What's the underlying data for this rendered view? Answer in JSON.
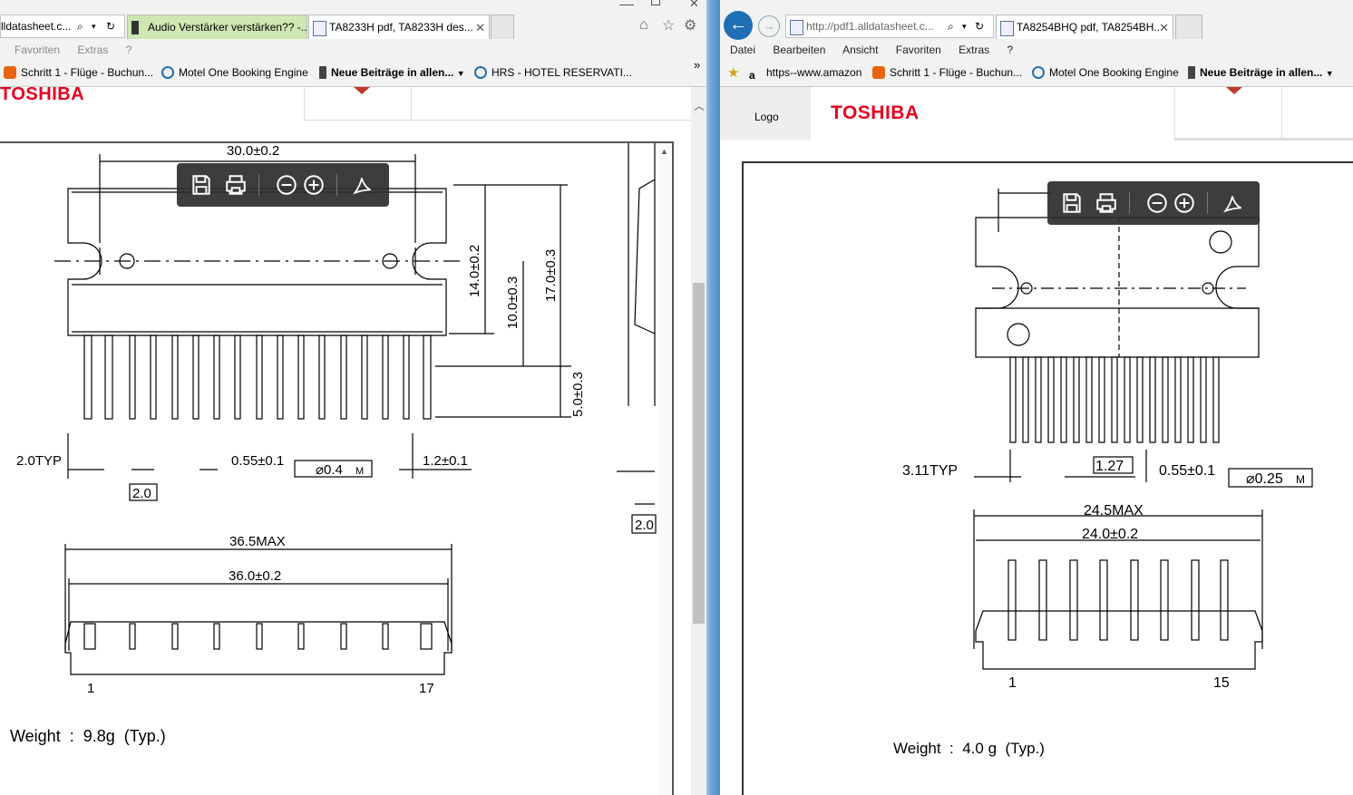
{
  "left": {
    "url_fragment": "lldatasheet.c...",
    "tabs": [
      {
        "label": "Audio Verstärker verstärken?? -..."
      },
      {
        "label": "TA8233H pdf, TA8233H des..."
      }
    ],
    "menu": [
      "Favoriten",
      "Extras",
      "?"
    ],
    "favorites": [
      {
        "label": "Schritt 1 - Flüge - Buchun...",
        "icon": "orange-e-icon"
      },
      {
        "label": "Motel One Booking Engine",
        "icon": "ie-page-icon"
      },
      {
        "label": "Neue Beiträge in allen...",
        "icon": "doc-icon"
      },
      {
        "label": "HRS - HOTEL RESERVATI...",
        "icon": "ie-page-icon"
      }
    ],
    "overflow_chevron": "»",
    "brand": "TOSHIBA",
    "drawing": {
      "dims": [
        "30.0±0.2",
        "14.0±0.2",
        "10.0±0.3",
        "17.0±0.3",
        "5.0±0.3",
        "2.0TYP",
        "2.0",
        "0.55±0.1",
        "⌀0.4",
        "M",
        "1.2±0.1",
        "36.5MAX",
        "36.0±0.2",
        "2.0"
      ],
      "pin_first": "1",
      "pin_last": "17"
    },
    "weight": "Weight  :  9.8g  (Typ.)"
  },
  "right": {
    "url": "http://pdf1.alldatasheet.c...",
    "tab": {
      "label": "TA8254BHQ pdf, TA8254BH..."
    },
    "menu": [
      "Datei",
      "Bearbeiten",
      "Ansicht",
      "Favoriten",
      "Extras",
      "?"
    ],
    "favorites": [
      {
        "label": "https--www.amazon",
        "icon": "amazon-icon"
      },
      {
        "label": "Schritt 1 - Flüge - Buchun...",
        "icon": "orange-e-icon"
      },
      {
        "label": "Motel One Booking Engine",
        "icon": "ie-page-icon"
      },
      {
        "label": "Neue Beiträge in allen...",
        "icon": "doc-icon"
      }
    ],
    "logo_label": "Logo",
    "brand": "TOSHIBA",
    "drawing": {
      "dims": [
        "3.11TYP",
        "1.27",
        "0.55±0.1",
        "⌀0.25",
        "M",
        "24.5MAX",
        "24.0±0.2"
      ],
      "pin_first": "1",
      "pin_last": "15"
    },
    "weight": "Weight  :  4.0 g  (Typ.)"
  },
  "colors": {
    "brand": "#e6001f",
    "accent": "#1f6fb5",
    "tab_green": "#cfe7b2",
    "divider": "#6aa0d4"
  }
}
